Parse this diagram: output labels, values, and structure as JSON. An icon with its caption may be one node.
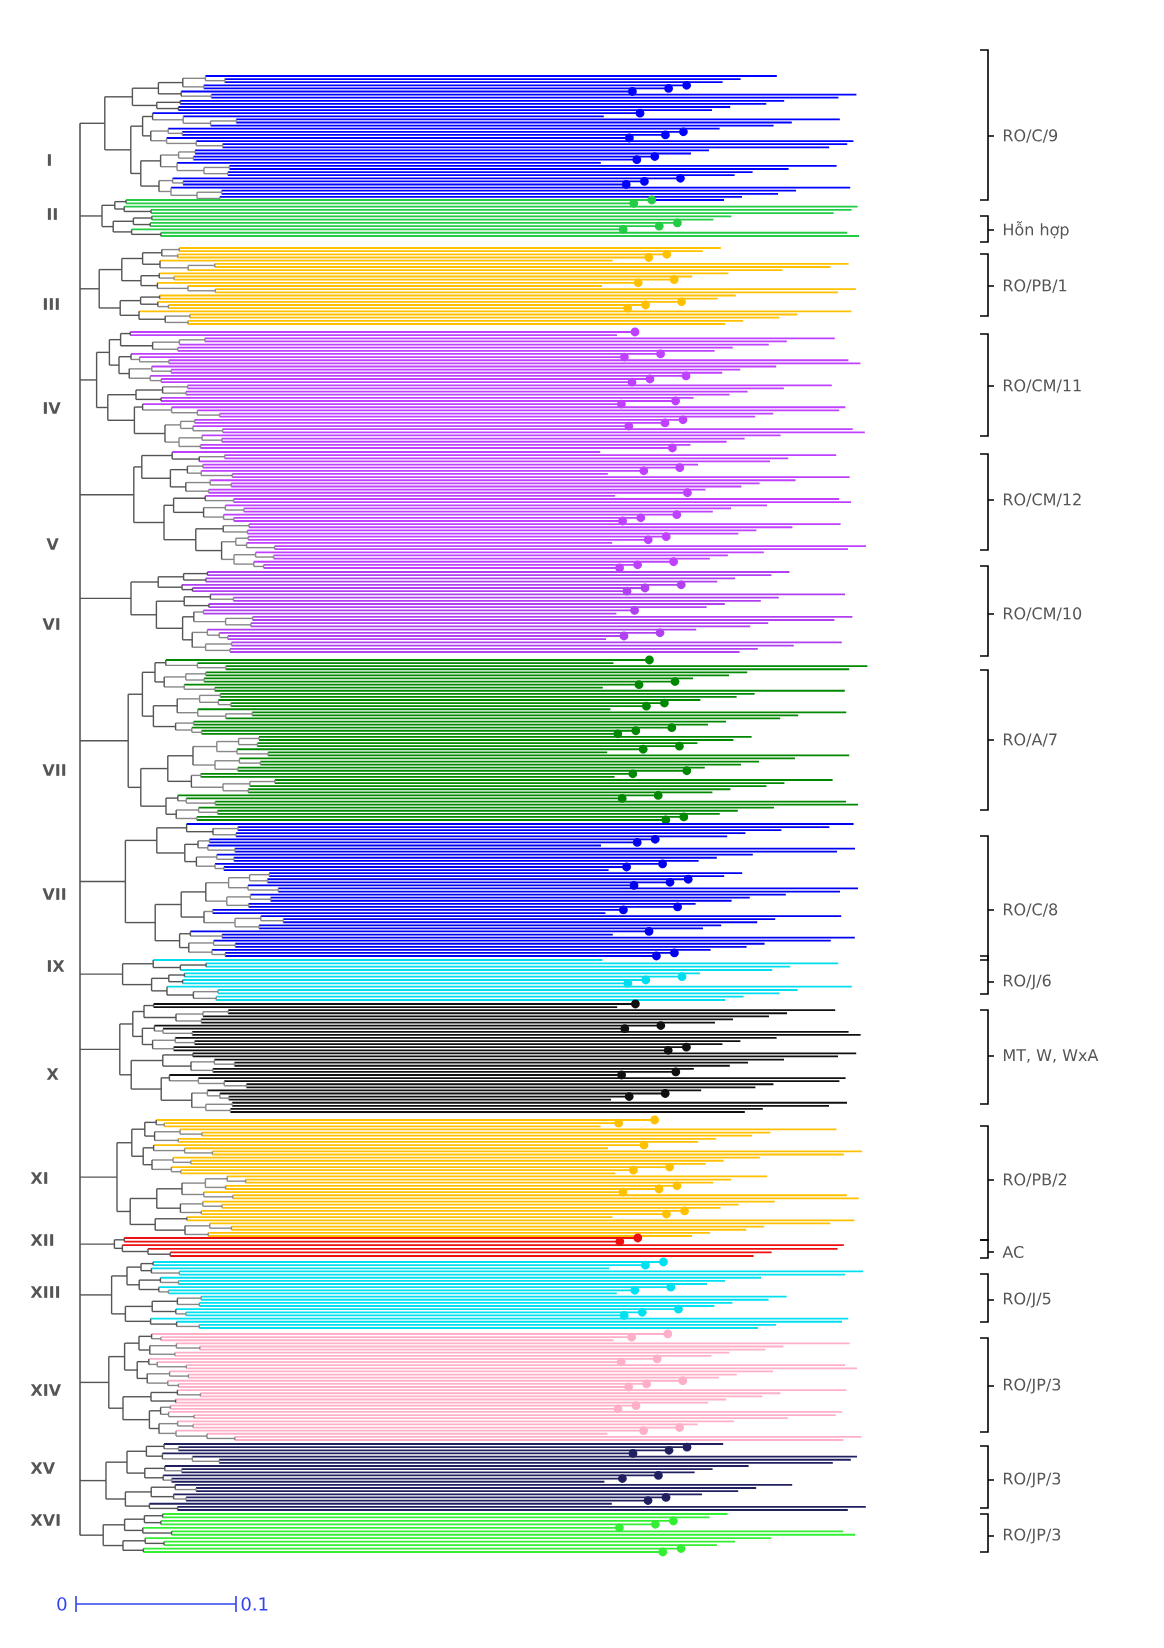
{
  "diagram": {
    "labels": [
      "I",
      "II",
      "III",
      "IV",
      "V",
      "VI",
      "VII",
      "VII",
      "IX",
      "X",
      "XI",
      "XII",
      "XIII",
      "XIV",
      "XV",
      "XVI",
      "RO/C/9",
      "Hỗn hợp",
      "RO/PB/1",
      "RO/CM/11",
      "RO/CM/12",
      "RO/CM/10",
      "RO/A/7",
      "RO/C/8",
      "RO/J/6",
      "MT, W, WxA",
      "RO/PB/2",
      "AC",
      "RO/J/5",
      "RO/JP/3",
      "RO/JP/3",
      "RO/JP/3",
      "0",
      "0.1"
    ]
  }
}
